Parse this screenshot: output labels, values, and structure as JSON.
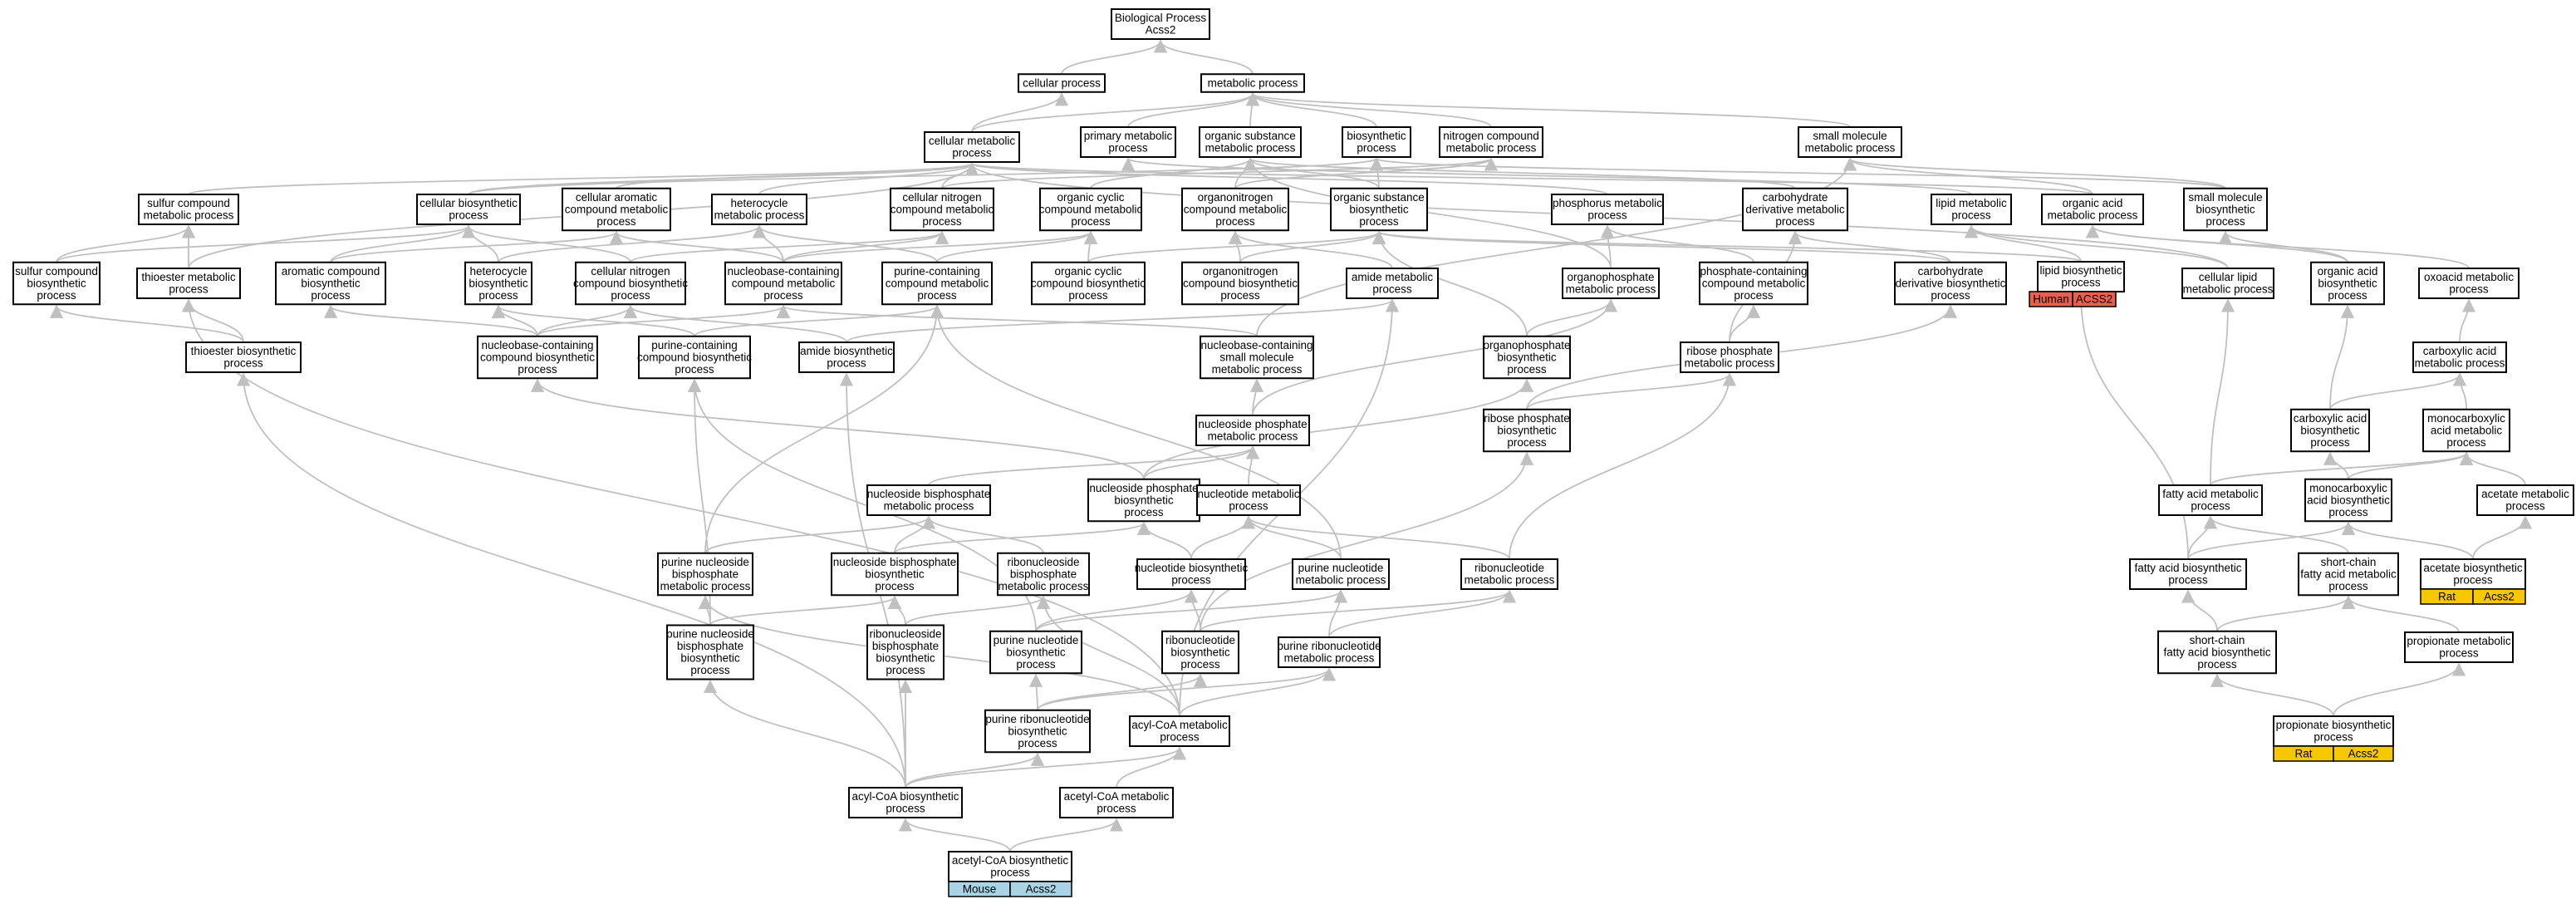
{
  "colors": {
    "edge": "#c0c0c0",
    "human": "#e8604c",
    "rat": "#f5c800",
    "mouse": "#a8d4e6"
  },
  "nodes": [
    {
      "id": "bp",
      "label": [
        "Biological Process",
        "Acss2"
      ]
    },
    {
      "id": "cp",
      "label": [
        "cellular process"
      ]
    },
    {
      "id": "mp",
      "label": [
        "metabolic process"
      ]
    },
    {
      "id": "cmp",
      "label": [
        "cellular metabolic",
        "process"
      ]
    },
    {
      "id": "pmp",
      "label": [
        "primary metabolic",
        "process"
      ]
    },
    {
      "id": "osmp",
      "label": [
        "organic substance",
        "metabolic process"
      ]
    },
    {
      "id": "bsp",
      "label": [
        "biosynthetic",
        "process"
      ]
    },
    {
      "id": "ncmp",
      "label": [
        "nitrogen compound",
        "metabolic process"
      ]
    },
    {
      "id": "smmp",
      "label": [
        "small molecule",
        "metabolic process"
      ]
    },
    {
      "id": "scmp",
      "label": [
        "sulfur compound",
        "metabolic process"
      ]
    },
    {
      "id": "cbp",
      "label": [
        "cellular biosynthetic",
        "process"
      ]
    },
    {
      "id": "cacmp",
      "label": [
        "cellular aromatic",
        "compound metabolic",
        "process"
      ]
    },
    {
      "id": "hmp",
      "label": [
        "heterocycle",
        "metabolic process"
      ]
    },
    {
      "id": "cncmp",
      "label": [
        "cellular nitrogen",
        "compound metabolic",
        "process"
      ]
    },
    {
      "id": "occmp",
      "label": [
        "organic cyclic",
        "compound metabolic",
        "process"
      ]
    },
    {
      "id": "oncmp",
      "label": [
        "organonitrogen",
        "compound metabolic",
        "process"
      ]
    },
    {
      "id": "osbp",
      "label": [
        "organic substance",
        "biosynthetic",
        "process"
      ]
    },
    {
      "id": "phmp",
      "label": [
        "phosphorus metabolic",
        "process"
      ]
    },
    {
      "id": "cdmp",
      "label": [
        "carbohydrate",
        "derivative metabolic",
        "process"
      ]
    },
    {
      "id": "lmp",
      "label": [
        "lipid metabolic",
        "process"
      ]
    },
    {
      "id": "oamp",
      "label": [
        "organic acid",
        "metabolic process"
      ]
    },
    {
      "id": "smbp",
      "label": [
        "small molecule",
        "biosynthetic",
        "process"
      ]
    },
    {
      "id": "scbp",
      "label": [
        "sulfur compound",
        "biosynthetic",
        "process"
      ]
    },
    {
      "id": "tmp",
      "label": [
        "thioester metabolic",
        "process"
      ]
    },
    {
      "id": "acbp",
      "label": [
        "aromatic compound",
        "biosynthetic",
        "process"
      ]
    },
    {
      "id": "hbp",
      "label": [
        "heterocycle",
        "biosynthetic",
        "process"
      ]
    },
    {
      "id": "cncbp",
      "label": [
        "cellular nitrogen",
        "compound biosynthetic",
        "process"
      ]
    },
    {
      "id": "nbcmp",
      "label": [
        "nucleobase-containing",
        "compound metabolic",
        "process"
      ]
    },
    {
      "id": "pccmp",
      "label": [
        "purine-containing",
        "compound metabolic",
        "process"
      ]
    },
    {
      "id": "occbp",
      "label": [
        "organic cyclic",
        "compound biosynthetic",
        "process"
      ]
    },
    {
      "id": "oncbp",
      "label": [
        "organonitrogen",
        "compound biosynthetic",
        "process"
      ]
    },
    {
      "id": "amp",
      "label": [
        "amide metabolic",
        "process"
      ]
    },
    {
      "id": "opmp",
      "label": [
        "organophosphate",
        "metabolic process"
      ]
    },
    {
      "id": "pcmp2",
      "label": [
        "phosphate-containing",
        "compound metabolic",
        "process"
      ]
    },
    {
      "id": "cdbp",
      "label": [
        "carbohydrate",
        "derivative biosynthetic",
        "process"
      ]
    },
    {
      "id": "lbp",
      "label": [
        "lipid biosynthetic",
        "process"
      ]
    },
    {
      "id": "clmp",
      "label": [
        "cellular lipid",
        "metabolic process"
      ]
    },
    {
      "id": "oabp",
      "label": [
        "organic acid",
        "biosynthetic",
        "process"
      ]
    },
    {
      "id": "oxmp",
      "label": [
        "oxoacid metabolic",
        "process"
      ]
    },
    {
      "id": "tbp",
      "label": [
        "thioester biosynthetic",
        "process"
      ]
    },
    {
      "id": "nbcbp",
      "label": [
        "nucleobase-containing",
        "compound biosynthetic",
        "process"
      ]
    },
    {
      "id": "pccbp",
      "label": [
        "purine-containing",
        "compound biosynthetic",
        "process"
      ]
    },
    {
      "id": "abp",
      "label": [
        "amide biosynthetic",
        "process"
      ]
    },
    {
      "id": "nbsmp",
      "label": [
        "nucleobase-containing",
        "small molecule",
        "metabolic process"
      ]
    },
    {
      "id": "opbp",
      "label": [
        "organophosphate",
        "biosynthetic",
        "process"
      ]
    },
    {
      "id": "rpmp",
      "label": [
        "ribose phosphate",
        "metabolic process"
      ]
    },
    {
      "id": "camp",
      "label": [
        "carboxylic acid",
        "metabolic process"
      ]
    },
    {
      "id": "npmp",
      "label": [
        "nucleoside phosphate",
        "metabolic process"
      ]
    },
    {
      "id": "rpbp",
      "label": [
        "ribose phosphate",
        "biosynthetic",
        "process"
      ]
    },
    {
      "id": "cabp",
      "label": [
        "carboxylic acid",
        "biosynthetic",
        "process"
      ]
    },
    {
      "id": "mcamp",
      "label": [
        "monocarboxylic",
        "acid metabolic",
        "process"
      ]
    },
    {
      "id": "nbmp",
      "label": [
        "nucleoside bisphosphate",
        "metabolic process"
      ]
    },
    {
      "id": "npbp",
      "label": [
        "nucleoside phosphate",
        "biosynthetic",
        "process"
      ]
    },
    {
      "id": "ntmp",
      "label": [
        "nucleotide metabolic",
        "process"
      ]
    },
    {
      "id": "famp",
      "label": [
        "fatty acid metabolic",
        "process"
      ]
    },
    {
      "id": "mcabp",
      "label": [
        "monocarboxylic",
        "acid biosynthetic",
        "process"
      ]
    },
    {
      "id": "acemp",
      "label": [
        "acetate metabolic",
        "process"
      ]
    },
    {
      "id": "pnbmp",
      "label": [
        "purine nucleoside",
        "bisphosphate",
        "metabolic process"
      ]
    },
    {
      "id": "nbbp",
      "label": [
        "nucleoside bisphosphate",
        "biosynthetic",
        "process"
      ]
    },
    {
      "id": "rnbmp",
      "label": [
        "ribonucleoside",
        "bisphosphate",
        "metabolic process"
      ]
    },
    {
      "id": "ntbp",
      "label": [
        "nucleotide biosynthetic",
        "process"
      ]
    },
    {
      "id": "pntmp",
      "label": [
        "purine nucleotide",
        "metabolic process"
      ]
    },
    {
      "id": "rntmp",
      "label": [
        "ribonucleotide",
        "metabolic process"
      ]
    },
    {
      "id": "fabp",
      "label": [
        "fatty acid biosynthetic",
        "process"
      ]
    },
    {
      "id": "scfamp",
      "label": [
        "short-chain",
        "fatty acid metabolic",
        "process"
      ]
    },
    {
      "id": "acebp",
      "label": [
        "acetate biosynthetic",
        "process"
      ],
      "tag": {
        "org": "Rat",
        "gene": "Acss2",
        "color": "rat"
      }
    },
    {
      "id": "pnbbp",
      "label": [
        "purine nucleoside",
        "bisphosphate",
        "biosynthetic",
        "process"
      ]
    },
    {
      "id": "rnbbp",
      "label": [
        "ribonucleoside",
        "bisphosphate",
        "biosynthetic",
        "process"
      ]
    },
    {
      "id": "pntbp",
      "label": [
        "purine nucleotide",
        "biosynthetic",
        "process"
      ]
    },
    {
      "id": "rntbp",
      "label": [
        "ribonucleotide",
        "biosynthetic",
        "process"
      ]
    },
    {
      "id": "prntmp",
      "label": [
        "purine ribonucleotide",
        "metabolic process"
      ]
    },
    {
      "id": "scfabp",
      "label": [
        "short-chain",
        "fatty acid biosynthetic",
        "process"
      ]
    },
    {
      "id": "propmp",
      "label": [
        "propionate metabolic",
        "process"
      ]
    },
    {
      "id": "prntbp",
      "label": [
        "purine ribonucleotide",
        "biosynthetic",
        "process"
      ]
    },
    {
      "id": "acylmp",
      "label": [
        "acyl-CoA metabolic",
        "process"
      ]
    },
    {
      "id": "propbp",
      "label": [
        "propionate biosynthetic",
        "process"
      ],
      "tag": {
        "org": "Rat",
        "gene": "Acss2",
        "color": "rat"
      }
    },
    {
      "id": "acylbp",
      "label": [
        "acyl-CoA biosynthetic",
        "process"
      ]
    },
    {
      "id": "acetmp",
      "label": [
        "acetyl-CoA metabolic",
        "process"
      ]
    },
    {
      "id": "acetbp",
      "label": [
        "acetyl-CoA biosynthetic",
        "process"
      ],
      "tag": {
        "org": "Mouse",
        "gene": "Acss2",
        "color": "mouse"
      }
    },
    {
      "id": "lbp_tag",
      "label": [],
      "tag": {
        "org": "Human",
        "gene": "ACSS2",
        "color": "human"
      }
    }
  ],
  "edges": [
    [
      "cp",
      "bp"
    ],
    [
      "mp",
      "bp"
    ],
    [
      "cmp",
      "cp"
    ],
    [
      "cmp",
      "mp"
    ],
    [
      "pmp",
      "mp"
    ],
    [
      "osmp",
      "mp"
    ],
    [
      "bsp",
      "mp"
    ],
    [
      "ncmp",
      "mp"
    ],
    [
      "smmp",
      "mp"
    ],
    [
      "scmp",
      "cmp"
    ],
    [
      "cbp",
      "cmp"
    ],
    [
      "cbp",
      "bsp"
    ],
    [
      "cacmp",
      "cmp"
    ],
    [
      "hmp",
      "cmp"
    ],
    [
      "cncmp",
      "cmp"
    ],
    [
      "cncmp",
      "ncmp"
    ],
    [
      "occmp",
      "osmp"
    ],
    [
      "oncmp",
      "osmp"
    ],
    [
      "oncmp",
      "ncmp"
    ],
    [
      "osbp",
      "osmp"
    ],
    [
      "osbp",
      "bsp"
    ],
    [
      "phmp",
      "cmp"
    ],
    [
      "cdmp",
      "osmp"
    ],
    [
      "lmp",
      "pmp"
    ],
    [
      "oamp",
      "smmp"
    ],
    [
      "oamp",
      "cmp"
    ],
    [
      "smbp",
      "smmp"
    ],
    [
      "smbp",
      "bsp"
    ],
    [
      "scbp",
      "scmp"
    ],
    [
      "scbp",
      "cbp"
    ],
    [
      "tmp",
      "scmp"
    ],
    [
      "tmp",
      "cmp"
    ],
    [
      "acbp",
      "cacmp"
    ],
    [
      "acbp",
      "cbp"
    ],
    [
      "hbp",
      "hmp"
    ],
    [
      "hbp",
      "cbp"
    ],
    [
      "cncbp",
      "cncmp"
    ],
    [
      "cncbp",
      "cbp"
    ],
    [
      "nbcmp",
      "cacmp"
    ],
    [
      "nbcmp",
      "hmp"
    ],
    [
      "nbcmp",
      "cncmp"
    ],
    [
      "nbcmp",
      "occmp"
    ],
    [
      "pccmp",
      "hmp"
    ],
    [
      "pccmp",
      "occmp"
    ],
    [
      "occbp",
      "occmp"
    ],
    [
      "occbp",
      "osbp"
    ],
    [
      "oncbp",
      "oncmp"
    ],
    [
      "oncbp",
      "osbp"
    ],
    [
      "amp",
      "oncmp"
    ],
    [
      "opmp",
      "phmp"
    ],
    [
      "opmp",
      "osmp"
    ],
    [
      "pcmp2",
      "phmp"
    ],
    [
      "cdbp",
      "cdmp"
    ],
    [
      "cdbp",
      "osbp"
    ],
    [
      "lbp",
      "lmp"
    ],
    [
      "lbp",
      "osbp"
    ],
    [
      "clmp",
      "lmp"
    ],
    [
      "clmp",
      "cmp"
    ],
    [
      "oabp",
      "oamp"
    ],
    [
      "oabp",
      "smbp"
    ],
    [
      "oxmp",
      "oamp"
    ],
    [
      "tbp",
      "tmp"
    ],
    [
      "tbp",
      "scbp"
    ],
    [
      "nbcbp",
      "nbcmp"
    ],
    [
      "nbcbp",
      "acbp"
    ],
    [
      "nbcbp",
      "hbp"
    ],
    [
      "nbcbp",
      "cncbp"
    ],
    [
      "pccbp",
      "pccmp"
    ],
    [
      "pccbp",
      "hbp"
    ],
    [
      "abp",
      "amp"
    ],
    [
      "abp",
      "cncbp"
    ],
    [
      "nbsmp",
      "nbcmp"
    ],
    [
      "nbsmp",
      "smmp"
    ],
    [
      "opbp",
      "opmp"
    ],
    [
      "opbp",
      "osbp"
    ],
    [
      "rpmp",
      "pcmp2"
    ],
    [
      "rpmp",
      "cdmp"
    ],
    [
      "camp",
      "oxmp"
    ],
    [
      "npmp",
      "nbsmp"
    ],
    [
      "npmp",
      "opmp"
    ],
    [
      "rpbp",
      "rpmp"
    ],
    [
      "rpbp",
      "cdbp"
    ],
    [
      "cabp",
      "camp"
    ],
    [
      "cabp",
      "oabp"
    ],
    [
      "mcamp",
      "camp"
    ],
    [
      "nbmp",
      "npmp"
    ],
    [
      "npbp",
      "npmp"
    ],
    [
      "npbp",
      "nbcbp"
    ],
    [
      "npbp",
      "opbp"
    ],
    [
      "ntmp",
      "npmp"
    ],
    [
      "famp",
      "mcamp"
    ],
    [
      "famp",
      "clmp"
    ],
    [
      "mcabp",
      "mcamp"
    ],
    [
      "mcabp",
      "cabp"
    ],
    [
      "acemp",
      "mcamp"
    ],
    [
      "pnbmp",
      "nbmp"
    ],
    [
      "pnbmp",
      "pccmp"
    ],
    [
      "nbbp",
      "nbmp"
    ],
    [
      "nbbp",
      "npbp"
    ],
    [
      "rnbmp",
      "nbmp"
    ],
    [
      "ntbp",
      "ntmp"
    ],
    [
      "ntbp",
      "npbp"
    ],
    [
      "pntmp",
      "ntmp"
    ],
    [
      "pntmp",
      "pccmp"
    ],
    [
      "rntmp",
      "ntmp"
    ],
    [
      "rntmp",
      "rpmp"
    ],
    [
      "fabp",
      "famp"
    ],
    [
      "fabp",
      "mcabp"
    ],
    [
      "fabp",
      "lbp"
    ],
    [
      "scfamp",
      "famp"
    ],
    [
      "acebp",
      "acemp"
    ],
    [
      "acebp",
      "mcabp"
    ],
    [
      "pnbbp",
      "pnbmp"
    ],
    [
      "pnbbp",
      "nbbp"
    ],
    [
      "pnbbp",
      "pccbp"
    ],
    [
      "rnbbp",
      "rnbmp"
    ],
    [
      "rnbbp",
      "nbbp"
    ],
    [
      "pntbp",
      "pntmp"
    ],
    [
      "pntbp",
      "ntbp"
    ],
    [
      "pntbp",
      "pccbp"
    ],
    [
      "rntbp",
      "rntmp"
    ],
    [
      "rntbp",
      "ntbp"
    ],
    [
      "rntbp",
      "rpbp"
    ],
    [
      "prntmp",
      "pntmp"
    ],
    [
      "prntmp",
      "rntmp"
    ],
    [
      "scfabp",
      "scfamp"
    ],
    [
      "scfabp",
      "fabp"
    ],
    [
      "propmp",
      "scfamp"
    ],
    [
      "prntbp",
      "prntmp"
    ],
    [
      "prntbp",
      "pntbp"
    ],
    [
      "prntbp",
      "rntbp"
    ],
    [
      "acylmp",
      "tmp"
    ],
    [
      "acylmp",
      "amp"
    ],
    [
      "acylmp",
      "prntmp"
    ],
    [
      "acylmp",
      "rnbmp"
    ],
    [
      "acylmp",
      "pnbmp"
    ],
    [
      "propbp",
      "propmp"
    ],
    [
      "propbp",
      "scfabp"
    ],
    [
      "acylbp",
      "acylmp"
    ],
    [
      "acylbp",
      "tbp"
    ],
    [
      "acylbp",
      "abp"
    ],
    [
      "acylbp",
      "prntbp"
    ],
    [
      "acylbp",
      "pnbbp"
    ],
    [
      "acylbp",
      "rnbbp"
    ],
    [
      "acetmp",
      "acylmp"
    ],
    [
      "acetbp",
      "acetmp"
    ],
    [
      "acetbp",
      "acylbp"
    ]
  ]
}
